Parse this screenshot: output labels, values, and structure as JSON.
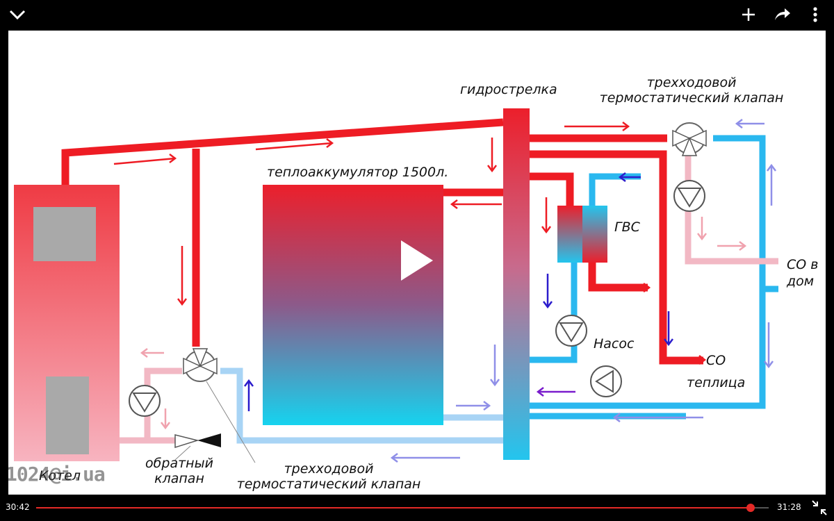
{
  "labels": {
    "hydro_arrow": "гидрострелка",
    "three_way_top_line1": "трехходовой",
    "three_way_top_line2": "термостатический клапан",
    "accumulator": "теплоаккумулятор 1500л.",
    "dhw": "ГВС",
    "co_home_line1": "СО в",
    "co_home_line2": "дом",
    "pump": "Насос",
    "co": "СО",
    "greenhouse": "теплица",
    "check_valve_line1": "обратный",
    "check_valve_line2": "клапан",
    "three_way_bottom_line1": "трехходовой",
    "three_way_bottom_line2": "термостатический клапан",
    "boiler": "Котел"
  },
  "watermark": "1024@i.ua",
  "player": {
    "elapsed": "30:42",
    "duration": "31:28",
    "progress": 0.975,
    "icons": [
      "chevron-down-icon",
      "plus-icon",
      "share-icon",
      "more-vert-icon",
      "play-icon",
      "exit-fullscreen-icon"
    ]
  },
  "colors": {
    "hot": "#ee1c24",
    "cold": "#2ab8ef",
    "pink": "#f2b8c4",
    "lightblue": "#a8d4f5",
    "arrow_violet": "#8f8fe8",
    "arrow_dark": "#2b1ccc",
    "accent": "#e52a27"
  }
}
